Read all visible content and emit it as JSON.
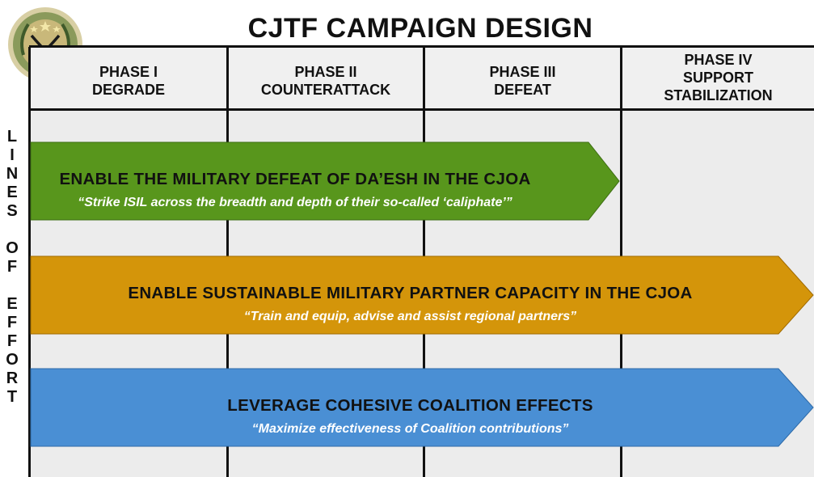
{
  "title": "CJTF CAMPAIGN DESIGN",
  "phases": [
    {
      "line1": "PHASE I",
      "line2": "DEGRADE",
      "line3": ""
    },
    {
      "line1": "PHASE II",
      "line2": "COUNTERATTACK",
      "line3": ""
    },
    {
      "line1": "PHASE III",
      "line2": "DEFEAT",
      "line3": ""
    },
    {
      "line1": "PHASE IV",
      "line2": "SUPPORT",
      "line3": "STABILIZATION"
    }
  ],
  "side_label": [
    "L",
    "I",
    "N",
    "E",
    "S",
    "",
    "O",
    "F",
    "",
    "E",
    "F",
    "F",
    "O",
    "R",
    "T"
  ],
  "lines_of_effort": [
    {
      "title": "ENABLE  THE MILITARY DEFEAT OF DA’ESH IN THE CJOA",
      "quote": "“Strike ISIL across the breadth and depth of their so-called ‘caliphate’”",
      "color": "#58961c"
    },
    {
      "title": "ENABLE  SUSTAINABLE  MILITARY  PARTNER  CAPACITY  IN  THE CJOA",
      "quote": "“Train and equip,  advise and assist regional partners”",
      "color": "#d4950a"
    },
    {
      "title": "LEVERAGE  COHESIVE  COALITION  EFFECTS",
      "quote": "“Maximize effectiveness of Coalition contributions”",
      "color": "#4a8fd4"
    }
  ]
}
